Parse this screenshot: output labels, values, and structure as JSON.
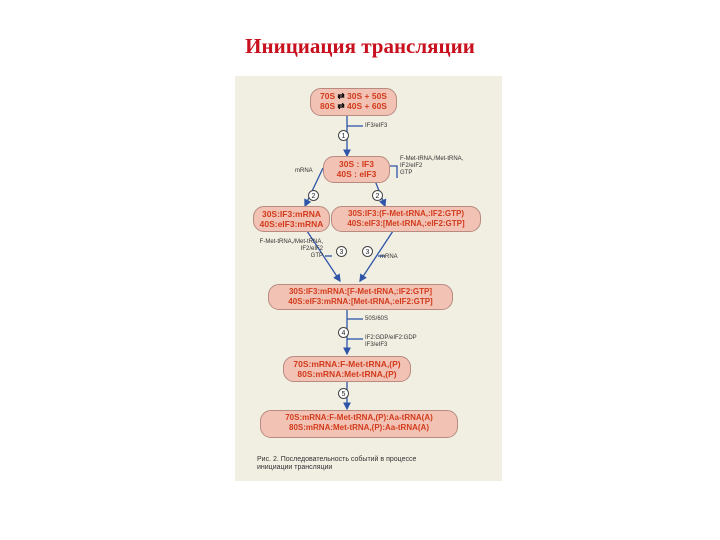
{
  "slide": {
    "title": "Инициация трансляции"
  },
  "diagram": {
    "box1": {
      "line1_left": "70S",
      "line1_right": "30S + 50S",
      "line2_left": "80S",
      "line2_right": "40S + 60S",
      "sep": "⇄"
    },
    "step1": {
      "num": "1",
      "label": "IF3/eIF3"
    },
    "box2": {
      "line1": "30S : IF3",
      "line2": "40S : eIF3"
    },
    "left_mrna": "mRNA",
    "right_factors": {
      "line1": "F-Met-tRNA,/Met-tRNA,",
      "line2": "IF2/eIF2",
      "line3": "GTP"
    },
    "step2a": {
      "num": "2"
    },
    "step2b": {
      "num": "2"
    },
    "box3a": {
      "line1": "30S:IF3:mRNA",
      "line2": "40S:eIF3:mRNA"
    },
    "box3b": {
      "line1": "30S:IF3:(F-Met-tRNA,:IF2:GTP)",
      "line2": "40S:eIF3:[Met-tRNA,:eIF2:GTP]"
    },
    "left_factors": {
      "line1": "F-Met-tRNA,/Met-tRNA,",
      "line2": "IF2/eIF2",
      "line3": "GTP"
    },
    "step3a": {
      "num": "3"
    },
    "step3b": {
      "num": "3"
    },
    "right_mrna": "mRNA",
    "box4": {
      "line1": "30S:IF3:mRNA:[F-Met-tRNA,:IF2:GTP]",
      "line2": "40S:eIF3:mRNA:[Met-tRNA,:eIF2:GTP]"
    },
    "step4": {
      "num": "4",
      "label_in": "50S/60S",
      "label_out1": "IF2:GDP/eIF2:GDP",
      "label_out2": "IF3/eIF3"
    },
    "box5": {
      "line1": "70S:mRNA:F-Met-tRNA,(P)",
      "line2": "80S:mRNA:Met-tRNA,(P)"
    },
    "step5": {
      "num": "5"
    },
    "box6": {
      "line1": "70S:mRNA:F-Met-tRNA,(P):Aa-tRNA(A)",
      "line2": "80S:mRNA:Met-tRNA,(P):Aa-tRNA(A)"
    },
    "caption": {
      "line1": "Рис. 2. Последовательность событий в процессе",
      "line2": "инициации трансляции"
    }
  },
  "colors": {
    "title": "#c8101e",
    "pill_fill": "#f2c3b4",
    "text_red": "#d23a1c",
    "text_blue": "#2d3f8e",
    "arrow": "#2e55a8"
  }
}
